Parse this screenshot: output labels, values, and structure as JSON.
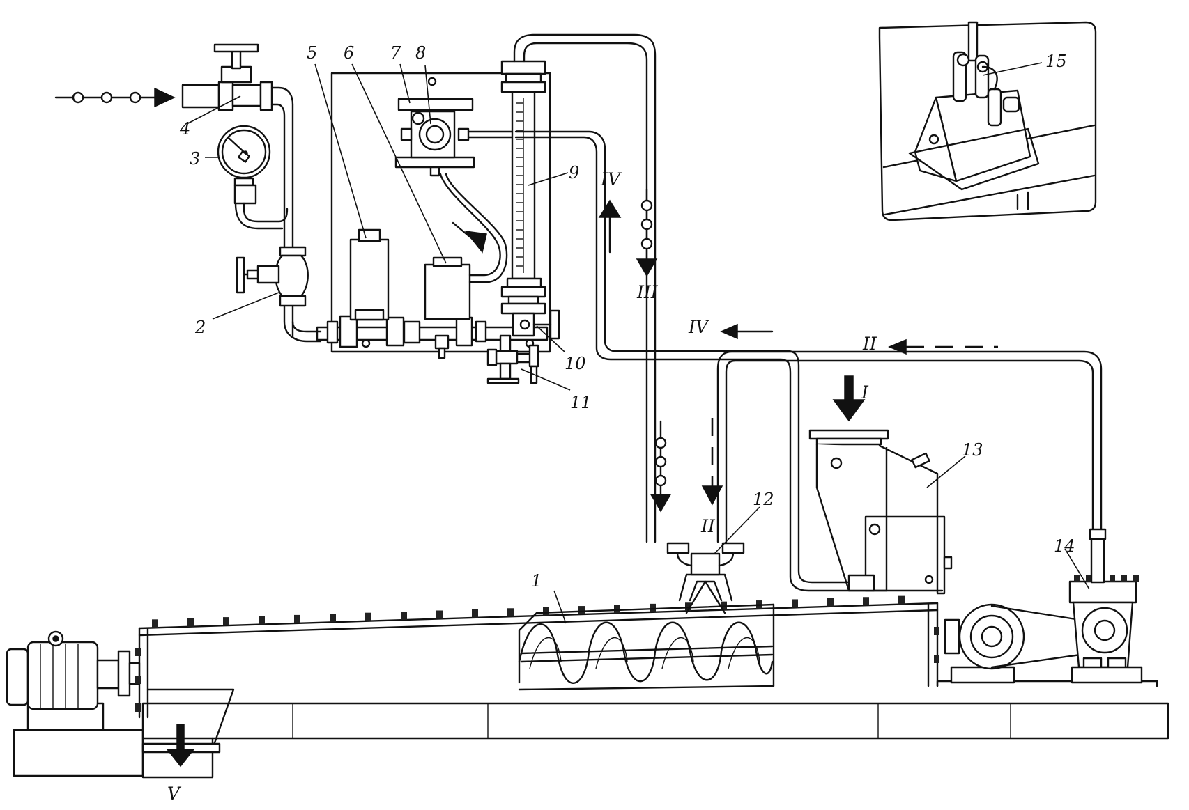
{
  "labels": {
    "n1": "1",
    "n2": "2",
    "n3": "3",
    "n4": "4",
    "n5": "5",
    "n6": "6",
    "n7": "7",
    "n8": "8",
    "n9": "9",
    "n10": "10",
    "n11": "11",
    "n12": "12",
    "n13": "13",
    "n14": "14",
    "n15": "15"
  },
  "flows": {
    "I": "I",
    "II_top": "II",
    "II_mixer": "II",
    "III": "III",
    "IV_vertical": "IV",
    "IV_horizontal": "IV",
    "V": "V"
  },
  "colors": {
    "ink": "#111111",
    "paper": "#ffffff"
  }
}
